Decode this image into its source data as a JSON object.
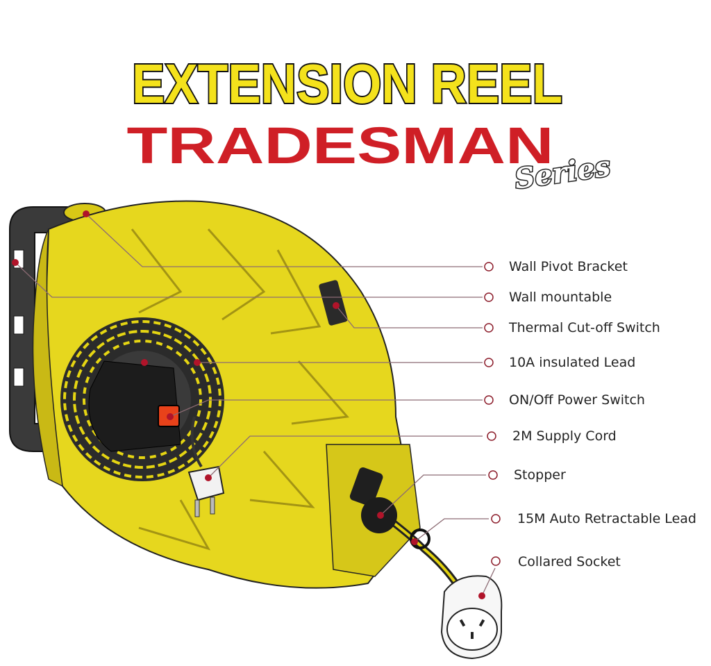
{
  "header": {
    "title_line1": "EXTENSION REEL",
    "title_line2": "TRADESMAN",
    "title_script": "Series"
  },
  "colors": {
    "title_yellow": "#f4e21c",
    "title_red": "#cf1f26",
    "reel_body": "#e6d71e",
    "reel_shadow": "#c9b915",
    "leader_line": "#8c6b73",
    "dot": "#b0142a"
  },
  "callouts": [
    {
      "label": "Wall Pivot Bracket"
    },
    {
      "label": "Wall mountable"
    },
    {
      "label": "Thermal Cut-off Switch"
    },
    {
      "label": "10A insulated Lead"
    },
    {
      "label": "ON/Off Power Switch"
    },
    {
      "label": "2M Supply Cord"
    },
    {
      "label": "Stopper"
    },
    {
      "label": "15M Auto Retractable Lead"
    },
    {
      "label": "Collared Socket"
    }
  ],
  "icons": {
    "reel": "extension-reel-illustration",
    "bracket": "wall-bracket-icon",
    "plug": "power-plug-icon",
    "socket": "collared-socket-icon"
  }
}
